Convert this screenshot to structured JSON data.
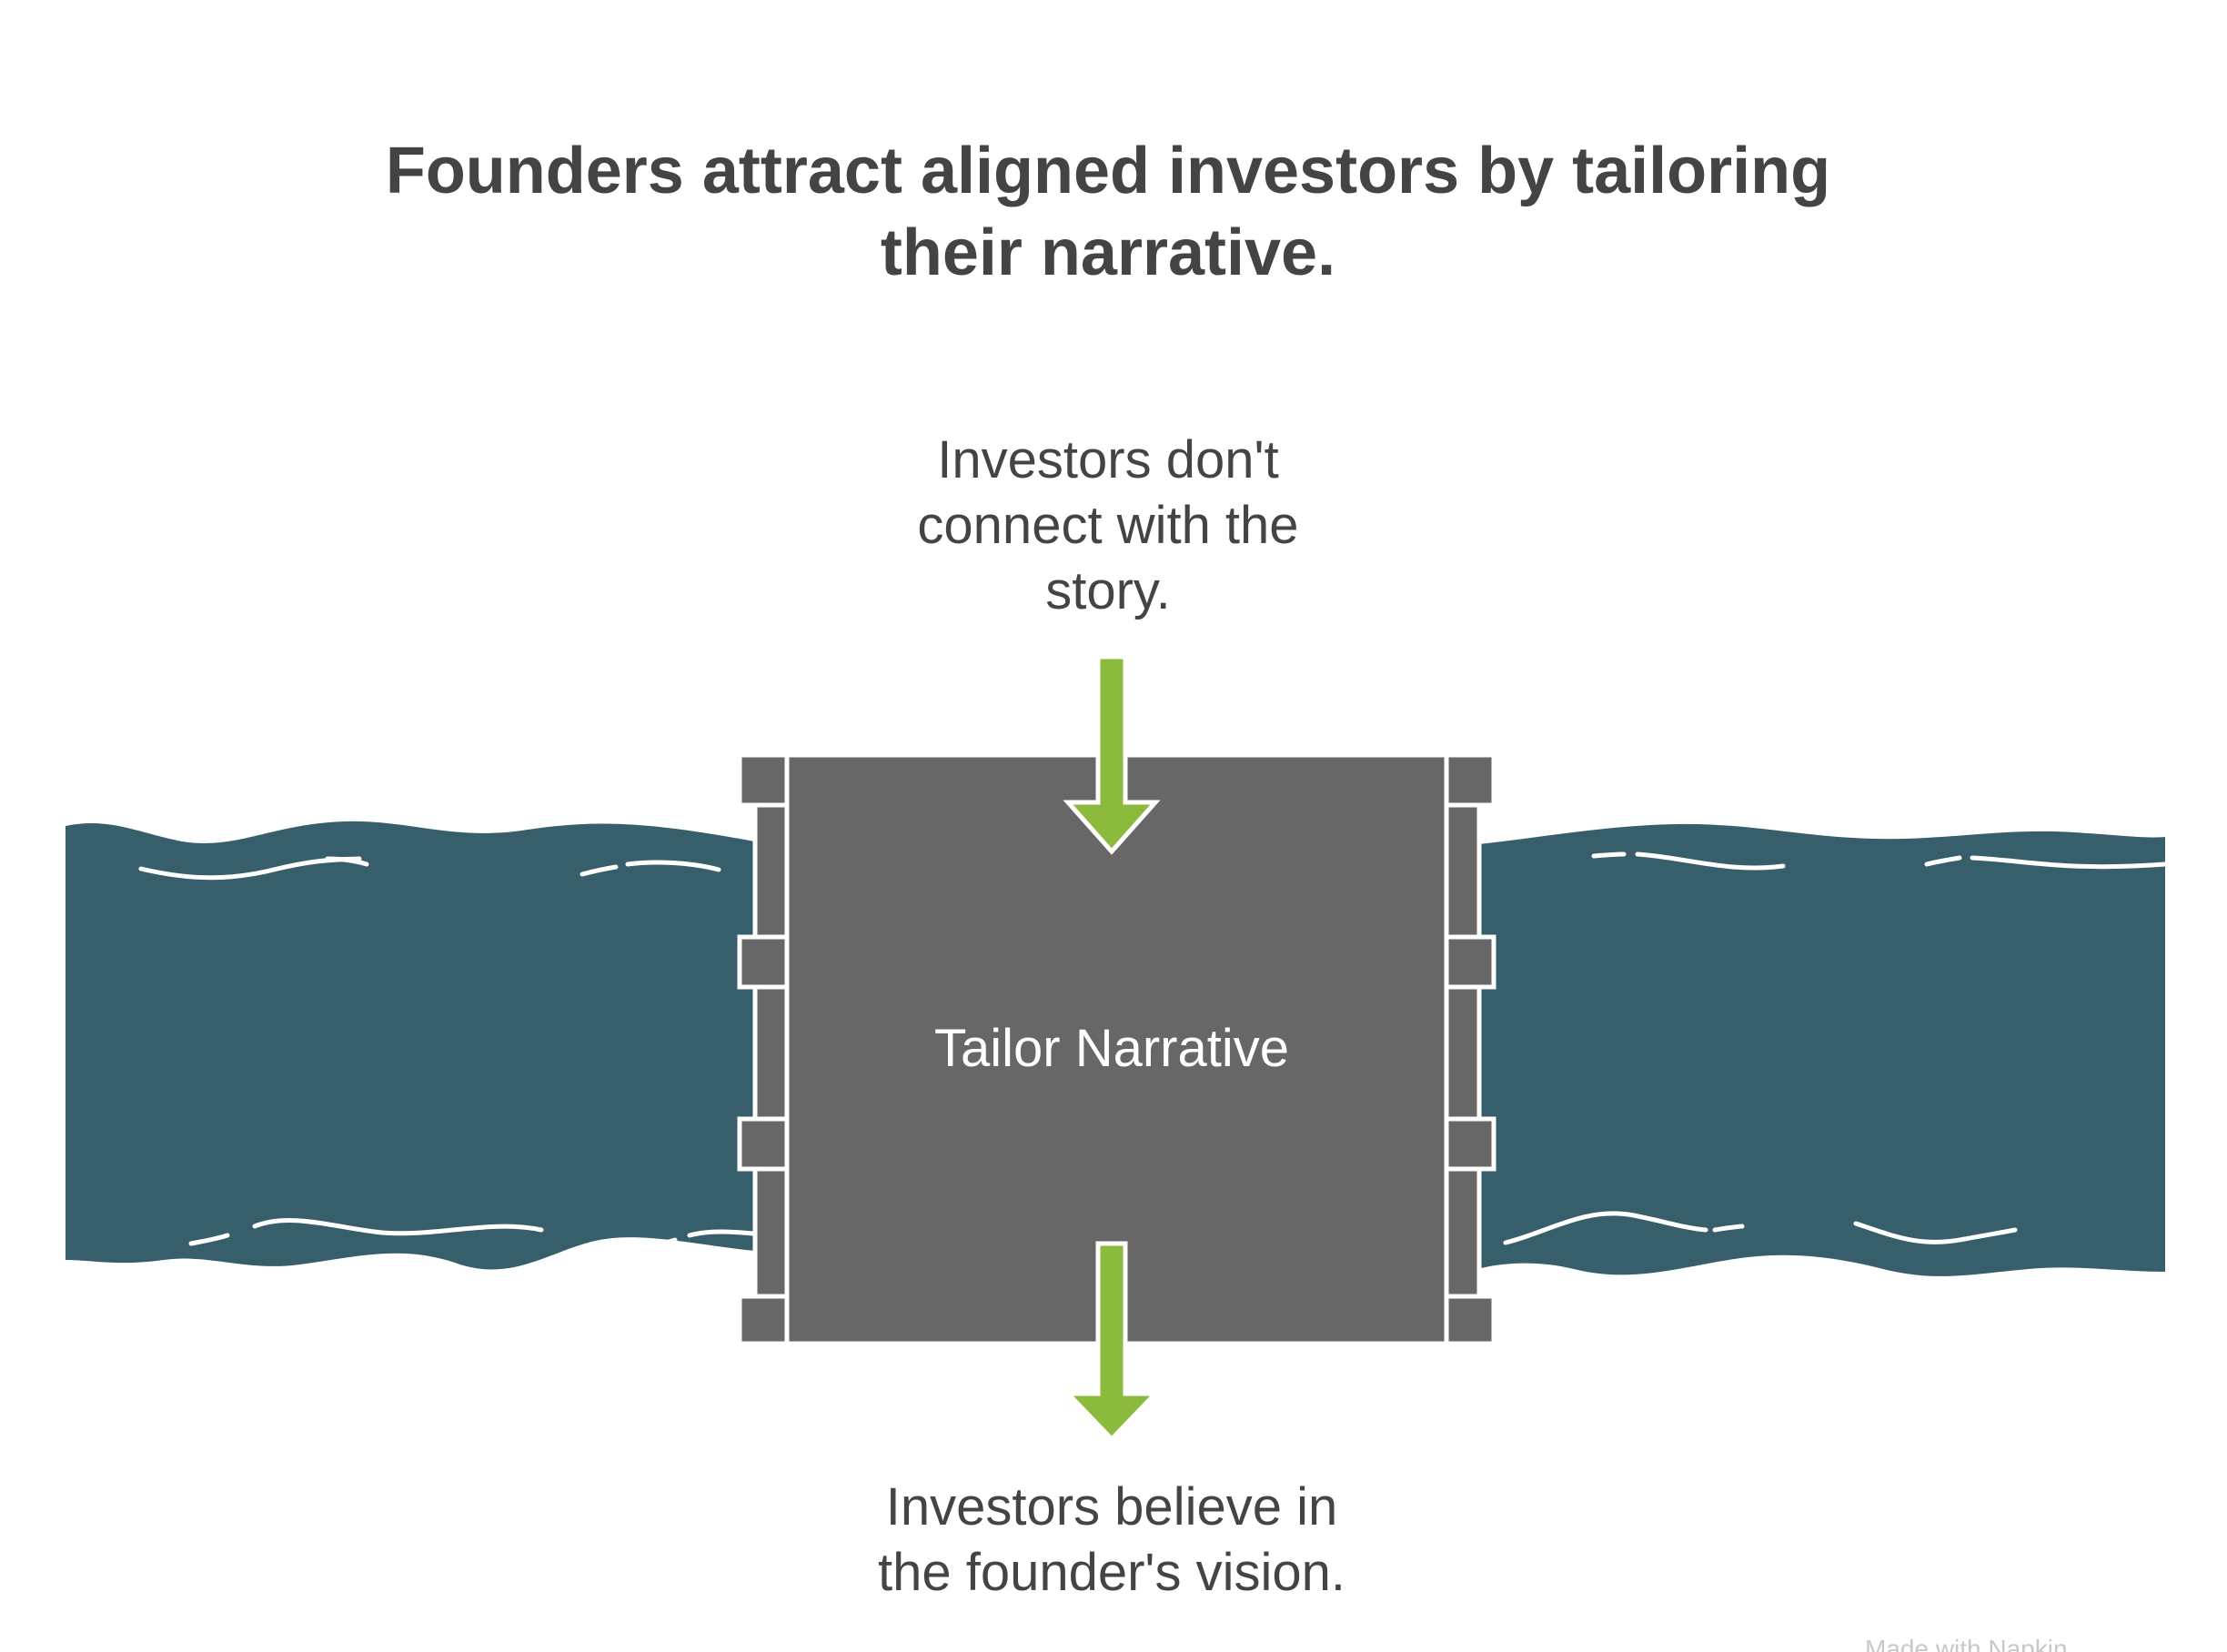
{
  "title": {
    "line1": "Founders attract aligned investors by tailoring",
    "line2": "their narrative."
  },
  "input": {
    "line1": "Investors don't",
    "line2": "connect with the",
    "line3": "story."
  },
  "center": {
    "label": "Tailor Narrative"
  },
  "output": {
    "line1": "Investors believe in",
    "line2": "the founder's vision."
  },
  "watermark": {
    "text": "Made with Napkin"
  },
  "icons": {
    "input_arrow": "arrow-down-icon",
    "output_arrow": "arrow-down-icon"
  },
  "colors": {
    "water": "#365e6b",
    "gate": "#676767",
    "arrow": "#8bba3c",
    "text": "#444444"
  }
}
